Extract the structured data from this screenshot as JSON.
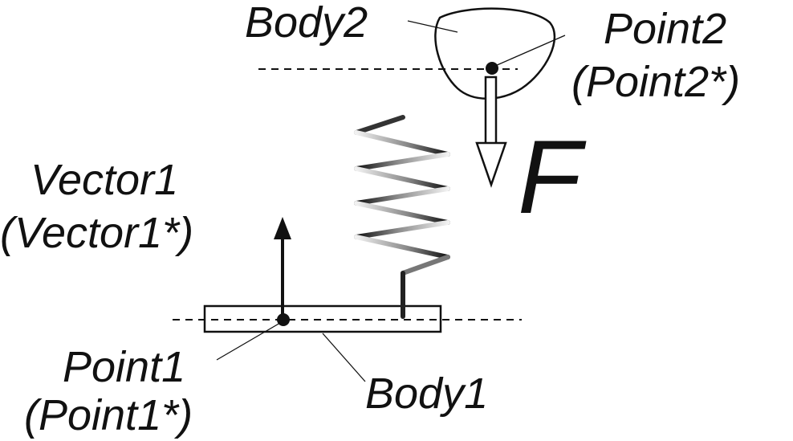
{
  "labels": {
    "body2": "Body2",
    "point2": "Point2",
    "point2_star": "(Point2*)",
    "vector1": "Vector1",
    "vector1_star": "(Vector1*)",
    "force": "F",
    "point1": "Point1",
    "point1_star": "(Point1*)",
    "body1": "Body1"
  },
  "colors": {
    "ink": "#111111",
    "background": "#ffffff"
  }
}
